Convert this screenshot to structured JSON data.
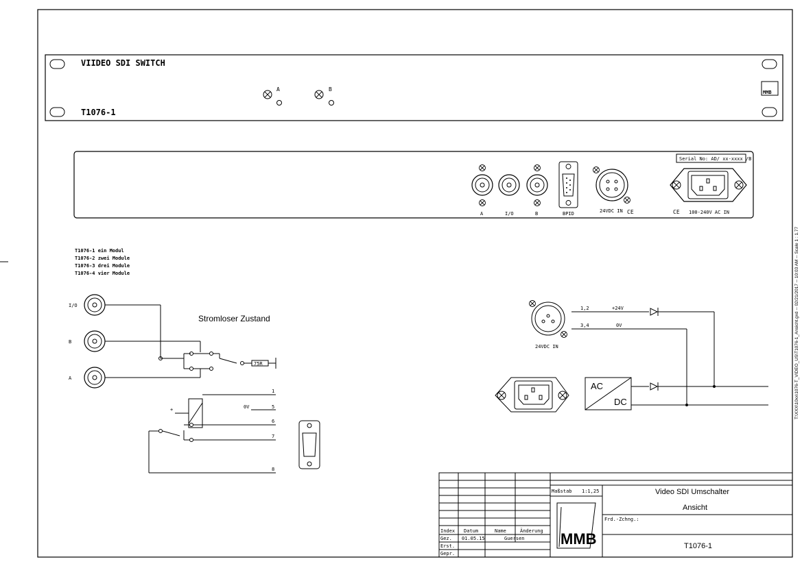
{
  "front_panel": {
    "title": "VIIDEO SDI SWITCH",
    "model": "T1076-1",
    "led_a": "A",
    "led_b": "B",
    "logo": "MMB"
  },
  "rear_panel": {
    "serial_label": "Serial No: AD/ xx-xxxx /B",
    "bnc_labels": [
      "A",
      "I/O",
      "B"
    ],
    "bpid_label": "BPID",
    "dc_label": "24VDC IN",
    "ce_mark": "CE",
    "ac_label": "100-240V AC IN"
  },
  "variants": [
    "T1076-1 ein Modul",
    "T1076-2 zwei Module",
    "T1076-3 drei Module",
    "T1076-4 vier Module"
  ],
  "schematic": {
    "state_label": "Stromloser Zustand",
    "input_labels": [
      "I/O",
      "B",
      "A"
    ],
    "terminator": "75R",
    "plus": "+",
    "ov_label": "0V",
    "pin_numbers": [
      "1",
      "5",
      "6",
      "7",
      "8"
    ]
  },
  "power": {
    "pins_1": "1,2",
    "v_plus": "+24V",
    "pins_2": "3,4",
    "v_zero": "0V",
    "dc_label": "24VDC IN",
    "ac": "AC",
    "dc": "DC"
  },
  "side_note": "T:\\XXX\\10xx\\1076-T_VIDEO_US\\T1076-1_Ansicht.gxd -- 02/21/2017 -- 10:03 AM -- Scale 1 : 1.77",
  "title_block": {
    "scale_label": "Maßstab",
    "scale_value": "1:1,25",
    "title": "Video SDI Umschalter",
    "subtitle": "Ansicht",
    "frd_label": "Frd.-Zchng.:",
    "drawing_number": "T1076-1",
    "logo": "MMB",
    "headers": [
      "Index",
      "Datum",
      "Name",
      "Änderung"
    ],
    "row_labels": [
      "Gez.",
      "Erst.",
      "Gepr."
    ],
    "gez_date": "01.05.15",
    "gez_name": "Guersen"
  }
}
